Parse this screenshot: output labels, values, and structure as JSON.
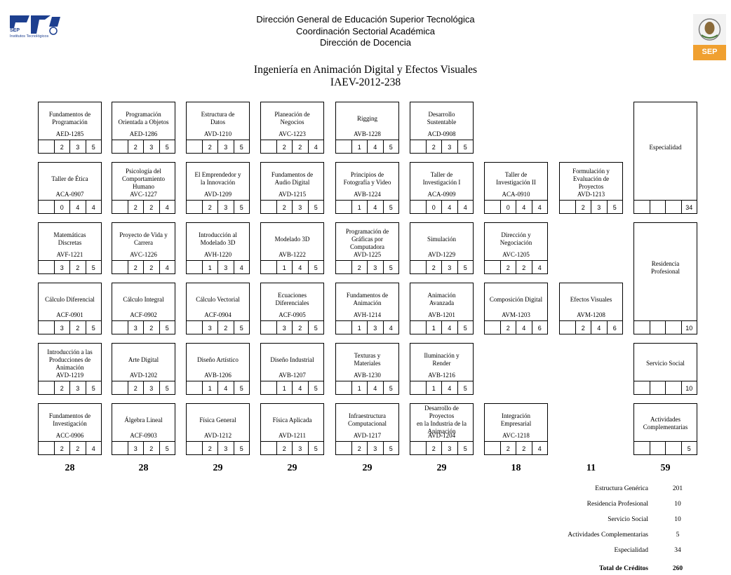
{
  "header": {
    "line1": "Dirección General de Educación Superior Tecnológica",
    "line2": "Coordinación Sectorial Académica",
    "line3": "Dirección de Docencia",
    "logo_left_text": "SEP",
    "logo_left_sub": "Institutos Tecnológicos",
    "logo_right_text": "SEP"
  },
  "plan": {
    "title": "Ingeniería en Animación Digital y Efectos Visuales",
    "code": "IAEV-2012-238"
  },
  "semesters": [
    {
      "total": "28",
      "courses": [
        {
          "name": "Fundamentos de\nProgramación",
          "code": "AED-1285",
          "hrs": [
            "",
            "2",
            "3",
            "5"
          ]
        },
        {
          "name": "Taller de Ética",
          "code": "ACA-0907",
          "hrs": [
            "",
            "0",
            "4",
            "4"
          ]
        },
        {
          "name": "Matemáticas\nDiscretas",
          "code": "AVF-1221",
          "hrs": [
            "",
            "3",
            "2",
            "5"
          ]
        },
        {
          "name": "Cálculo Diferencial",
          "code": "ACF-0901",
          "hrs": [
            "",
            "3",
            "2",
            "5"
          ]
        },
        {
          "name": "Introducción a las\nProducciones de\nAnimación",
          "code": "AVD-1219",
          "hrs": [
            "",
            "2",
            "3",
            "5"
          ]
        },
        {
          "name": "Fundamentos de\nInvestigación",
          "code": "ACC-0906",
          "hrs": [
            "",
            "2",
            "2",
            "4"
          ]
        }
      ]
    },
    {
      "total": "28",
      "courses": [
        {
          "name": "Programación\nOrientada a Objetos",
          "code": "AED-1286",
          "hrs": [
            "",
            "2",
            "3",
            "5"
          ]
        },
        {
          "name": "Psicología del\nComportamiento\nHumano",
          "code": "AVC-1227",
          "hrs": [
            "",
            "2",
            "2",
            "4"
          ]
        },
        {
          "name": "Proyecto de Vida y\nCarrera",
          "code": "AVC-1226",
          "hrs": [
            "",
            "2",
            "2",
            "4"
          ]
        },
        {
          "name": "Cálculo Integral",
          "code": "ACF-0902",
          "hrs": [
            "",
            "3",
            "2",
            "5"
          ]
        },
        {
          "name": "Arte Digital",
          "code": "AVD-1202",
          "hrs": [
            "",
            "2",
            "3",
            "5"
          ]
        },
        {
          "name": "Álgebra Lineal",
          "code": "ACF-0903",
          "hrs": [
            "",
            "3",
            "2",
            "5"
          ]
        }
      ]
    },
    {
      "total": "29",
      "courses": [
        {
          "name": "Estructura de\nDatos",
          "code": "AVD-1210",
          "hrs": [
            "",
            "2",
            "3",
            "5"
          ]
        },
        {
          "name": "El Emprendedor y\nla Innovación",
          "code": "AVD-1209",
          "hrs": [
            "",
            "2",
            "3",
            "5"
          ]
        },
        {
          "name": "Introducción al\nModelado 3D",
          "code": "AVH-1220",
          "hrs": [
            "",
            "1",
            "3",
            "4"
          ]
        },
        {
          "name": "Cálculo Vectorial",
          "code": "ACF-0904",
          "hrs": [
            "",
            "3",
            "2",
            "5"
          ]
        },
        {
          "name": "Diseño Artístico",
          "code": "AVB-1206",
          "hrs": [
            "",
            "1",
            "4",
            "5"
          ]
        },
        {
          "name": "Física General",
          "code": "AVD-1212",
          "hrs": [
            "",
            "2",
            "3",
            "5"
          ]
        }
      ]
    },
    {
      "total": "29",
      "courses": [
        {
          "name": "Planeación de\nNegocios",
          "code": "AVC-1223",
          "hrs": [
            "",
            "2",
            "2",
            "4"
          ]
        },
        {
          "name": "Fundamentos de\nAudio Digital",
          "code": "AVD-1215",
          "hrs": [
            "",
            "2",
            "3",
            "5"
          ]
        },
        {
          "name": "Modelado 3D",
          "code": "AVB-1222",
          "hrs": [
            "",
            "1",
            "4",
            "5"
          ]
        },
        {
          "name": "Ecuaciones\nDiferenciales",
          "code": "ACF-0905",
          "hrs": [
            "",
            "3",
            "2",
            "5"
          ]
        },
        {
          "name": "Diseño Industrial",
          "code": "AVB-1207",
          "hrs": [
            "",
            "1",
            "4",
            "5"
          ]
        },
        {
          "name": "Física Aplicada",
          "code": "AVD-1211",
          "hrs": [
            "",
            "2",
            "3",
            "5"
          ]
        }
      ]
    },
    {
      "total": "29",
      "courses": [
        {
          "name": "Rigging",
          "code": "AVB-1228",
          "hrs": [
            "",
            "1",
            "4",
            "5"
          ]
        },
        {
          "name": "Principios de\nFotografía y Video",
          "code": "AVB-1224",
          "hrs": [
            "",
            "1",
            "4",
            "5"
          ]
        },
        {
          "name": "Programación de\nGráficas por\nComputadora",
          "code": "AVD-1225",
          "hrs": [
            "",
            "2",
            "3",
            "5"
          ]
        },
        {
          "name": "Fundamentos de\nAnimación",
          "code": "AVH-1214",
          "hrs": [
            "",
            "1",
            "3",
            "4"
          ]
        },
        {
          "name": "Texturas y\nMateriales",
          "code": "AVB-1230",
          "hrs": [
            "",
            "1",
            "4",
            "5"
          ]
        },
        {
          "name": "Infraestructura\nComputacional",
          "code": "AVD-1217",
          "hrs": [
            "",
            "2",
            "3",
            "5"
          ]
        }
      ]
    },
    {
      "total": "29",
      "courses": [
        {
          "name": "Desarrollo\nSustentable",
          "code": "ACD-0908",
          "hrs": [
            "",
            "2",
            "3",
            "5"
          ]
        },
        {
          "name": "Taller de\nInvestigación I",
          "code": "ACA-0909",
          "hrs": [
            "",
            "0",
            "4",
            "4"
          ]
        },
        {
          "name": "Simulación",
          "code": "AVD-1229",
          "hrs": [
            "",
            "2",
            "3",
            "5"
          ]
        },
        {
          "name": "Animación\nAvanzada",
          "code": "AVB-1201",
          "hrs": [
            "",
            "1",
            "4",
            "5"
          ]
        },
        {
          "name": "Iluminación y\nRender",
          "code": "AVB-1216",
          "hrs": [
            "",
            "1",
            "4",
            "5"
          ]
        },
        {
          "name": "Desarrollo de Proyectos\nen la Industria de la\nAnimación",
          "code": "AVD-1204",
          "hrs": [
            "",
            "2",
            "3",
            "5"
          ]
        }
      ]
    },
    {
      "total": "18",
      "courses": [
        {
          "name": "Taller de\nInvestigación II",
          "code": "ACA-0910",
          "hrs": [
            "",
            "0",
            "4",
            "4"
          ]
        },
        {
          "name": "Dirección y\nNegociación",
          "code": "AVC-1205",
          "hrs": [
            "",
            "2",
            "2",
            "4"
          ]
        },
        {
          "name": "Composición Digital",
          "code": "AVM-1203",
          "hrs": [
            "",
            "2",
            "4",
            "6"
          ]
        },
        {
          "name": "Integración\nEmpresarial",
          "code": "AVC-1218",
          "hrs": [
            "",
            "2",
            "2",
            "4"
          ]
        }
      ]
    },
    {
      "total": "11",
      "courses": [
        {
          "name": "Formulación y\nEvaluación de\nProyectos",
          "code": "AVD-1213",
          "hrs": [
            "",
            "2",
            "3",
            "5"
          ]
        },
        {
          "name": "Efectos Visuales",
          "code": "AVM-1208",
          "hrs": [
            "",
            "2",
            "4",
            "6"
          ]
        }
      ]
    },
    {
      "total": "59",
      "blocks": [
        {
          "name": "Especialidad",
          "credits": "34"
        },
        {
          "name": "Residencia\nProfesional",
          "credits": "10"
        },
        {
          "name": "Servicio Social",
          "credits": "10"
        },
        {
          "name": "Actividades\nComplementarias",
          "credits": "5"
        }
      ]
    }
  ],
  "summary": {
    "rows": [
      {
        "label": "Estructura Genérica",
        "value": "201"
      },
      {
        "label": "Residencia Profesional",
        "value": "10"
      },
      {
        "label": "Servicio Social",
        "value": "10"
      },
      {
        "label": "Actividades Complementarias",
        "value": "5"
      },
      {
        "label": "Especialidad",
        "value": "34"
      }
    ],
    "total_label": "Total de Créditos",
    "total_value": "260"
  }
}
